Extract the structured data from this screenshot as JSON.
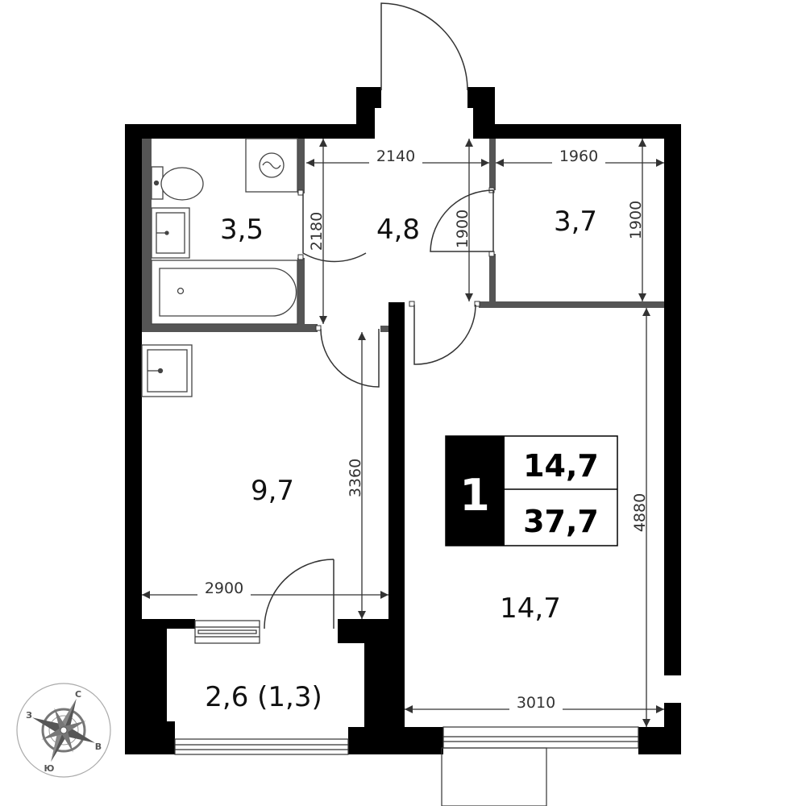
{
  "colors": {
    "wall": "#000000",
    "partition": "#555555",
    "line": "#333333",
    "fixture": "#444444",
    "background": "#ffffff"
  },
  "rooms": {
    "bathroom": "3,5",
    "hall": "4,8",
    "storage": "3,7",
    "kitchen": "9,7",
    "living": "14,7",
    "balcony": "2,6 (1,3)"
  },
  "dimensions": {
    "hall_width": "2140",
    "storage_width": "1960",
    "storage_height": "1900",
    "bath_height": "2180",
    "hall_door_height": "1900",
    "kitchen_height": "3360",
    "kitchen_width": "2900",
    "living_height": "4880",
    "living_width": "3010"
  },
  "badge": {
    "rooms": "1",
    "living_area": "14,7",
    "total_area": "37,7"
  },
  "compass": {
    "north": "С",
    "west": "З",
    "east": "В",
    "south": "Ю"
  },
  "icons": {
    "toilet": "toilet-icon",
    "washer": "washing-machine-icon",
    "sink": "sink-icon",
    "bathtub": "bathtub-icon",
    "compass": "compass-icon"
  }
}
